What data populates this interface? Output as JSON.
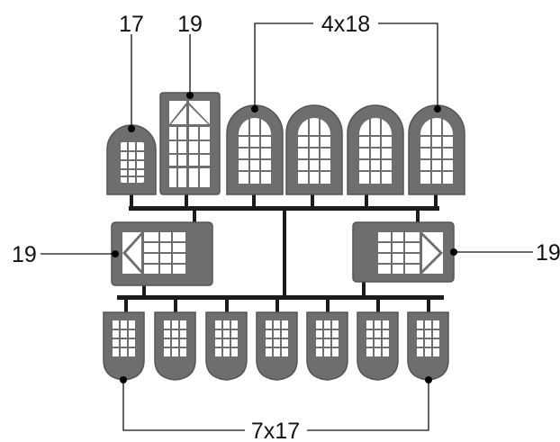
{
  "colors": {
    "part": "#6e6e6e",
    "part_edge": "#555555",
    "sprue": "#1c1c1c",
    "leader": "#111111",
    "glass": "#ffffff",
    "background": "#ffffff"
  },
  "labels": {
    "part_17_small_window": "17",
    "part_19_door": "19",
    "part_4x18_windows": "4x18",
    "part_19_left_window": "19",
    "part_19_right_window": "19",
    "part_7x17_lower_windows": "7x17"
  },
  "parts": {
    "top_row": [
      "small-arched-window",
      "door-with-fanlight",
      "arched-window",
      "arched-window",
      "arched-window",
      "arched-window"
    ],
    "middle_row": [
      "wide-window-left",
      "wide-window-right"
    ],
    "bottom_row": [
      "lower-window",
      "lower-window",
      "lower-window",
      "lower-window",
      "lower-window",
      "lower-window",
      "lower-window"
    ]
  }
}
